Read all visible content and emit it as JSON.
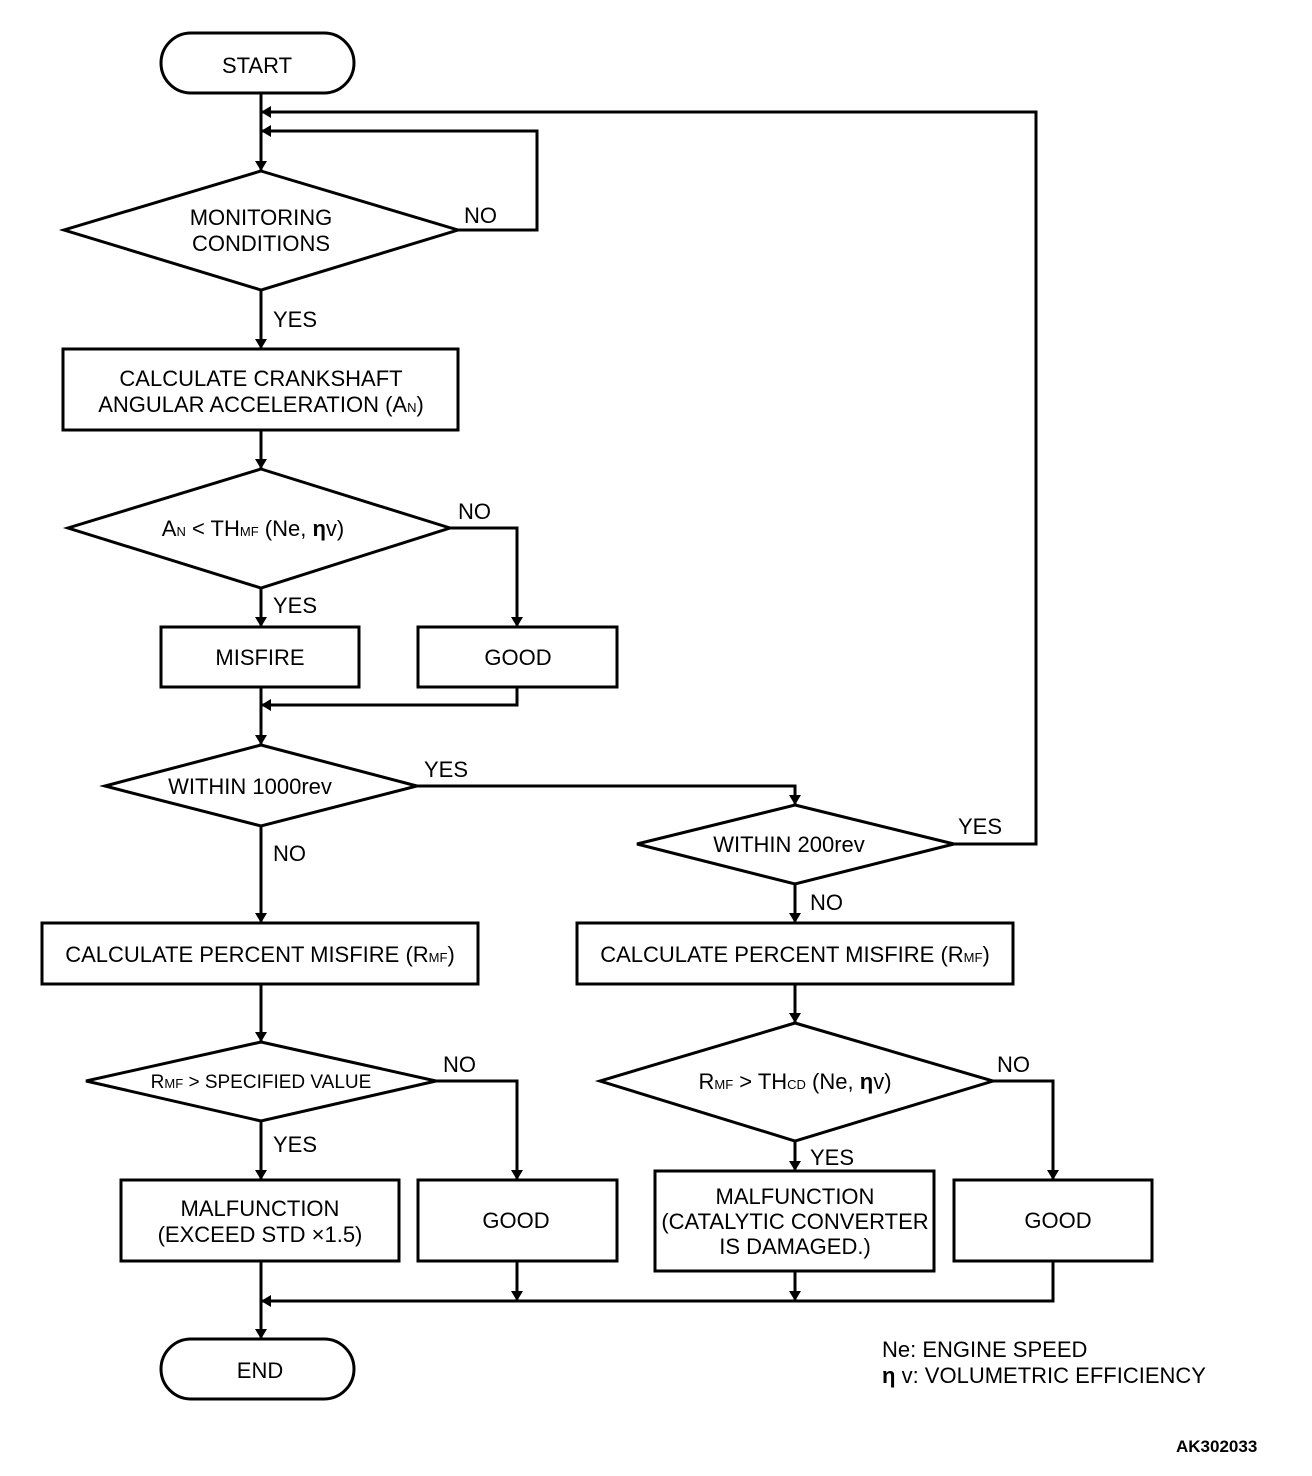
{
  "nodes": {
    "start": "START",
    "monitoring": [
      "MONITORING",
      "CONDITIONS"
    ],
    "calc_accel": [
      "CALCULATE CRANKSHAFT",
      "ANGULAR ACCELERATION (A",
      "N",
      ")"
    ],
    "decision_an": [
      "A",
      "N",
      " < TH",
      "MF",
      " (Ne, ",
      "η",
      "v)"
    ],
    "misfire": "MISFIRE",
    "good_1": "GOOD",
    "within_1000": "WITHIN 1000rev",
    "within_200": "WITHIN 200rev",
    "calc_pct_left": [
      "CALCULATE PERCENT MISFIRE (R",
      "MF",
      ")"
    ],
    "calc_pct_right": [
      "CALCULATE PERCENT MISFIRE (R",
      "MF",
      ")"
    ],
    "decision_spec": [
      "R",
      "MF",
      " > SPECIFIED VALUE"
    ],
    "decision_thcd": [
      "R",
      "MF",
      " > TH",
      "CD",
      " (Ne, ",
      "η",
      "v)"
    ],
    "malfunction_std": [
      "MALFUNCTION",
      "(EXCEED STD  ×1.5)"
    ],
    "good_2": "GOOD",
    "malfunction_cat": [
      "MALFUNCTION",
      "(CATALYTIC CONVERTER",
      "IS DAMAGED.)"
    ],
    "good_3": "GOOD",
    "end": "END"
  },
  "branch_labels": {
    "monitoring_no": "NO",
    "monitoring_yes": "YES",
    "an_no": "NO",
    "an_yes": "YES",
    "w1000_yes": "YES",
    "w1000_no": "NO",
    "w200_yes": "YES",
    "w200_no": "NO",
    "spec_no": "NO",
    "spec_yes": "YES",
    "thcd_no": "NO",
    "thcd_yes": "YES"
  },
  "legend": {
    "line1": "Ne: ENGINE SPEED",
    "line2_symbol": "η",
    "line2_text": "v: VOLUMETRIC EFFICIENCY"
  },
  "figure_code": "AK302033"
}
